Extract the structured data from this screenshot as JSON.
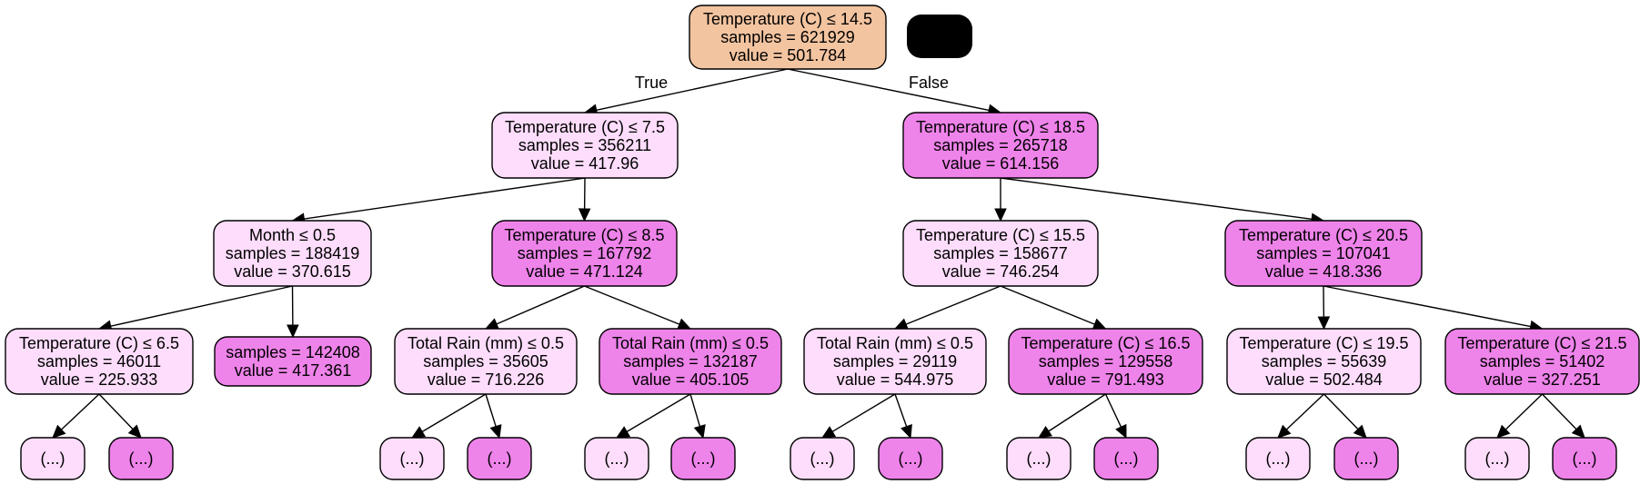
{
  "colors": {
    "root": "#f3c4a0",
    "light": "#fdddfb",
    "dark": "#ee83ea",
    "badge": "#000000"
  },
  "edge_labels": {
    "left": "True",
    "right": "False"
  },
  "nodes": {
    "n0": {
      "shade": "root",
      "lines": [
        "Temperature (C) ≤ 14.5",
        "samples = 621929",
        "value = 501.784"
      ]
    },
    "n1": {
      "shade": "light",
      "lines": [
        "Temperature (C) ≤ 7.5",
        "samples = 356211",
        "value = 417.96"
      ]
    },
    "n2": {
      "shade": "dark",
      "lines": [
        "Temperature (C) ≤ 18.5",
        "samples = 265718",
        "value = 614.156"
      ]
    },
    "n3": {
      "shade": "light",
      "lines": [
        "Month ≤ 0.5",
        "samples = 188419",
        "value = 370.615"
      ]
    },
    "n4": {
      "shade": "dark",
      "lines": [
        "Temperature (C) ≤ 8.5",
        "samples = 167792",
        "value = 471.124"
      ]
    },
    "n5": {
      "shade": "light",
      "lines": [
        "Temperature (C) ≤ 15.5",
        "samples = 158677",
        "value = 746.254"
      ]
    },
    "n6": {
      "shade": "dark",
      "lines": [
        "Temperature (C) ≤ 20.5",
        "samples = 107041",
        "value = 418.336"
      ]
    },
    "n7": {
      "shade": "light",
      "lines": [
        "Temperature (C) ≤ 6.5",
        "samples = 46011",
        "value = 225.933"
      ]
    },
    "n8": {
      "shade": "dark",
      "lines": [
        "samples = 142408",
        "value = 417.361"
      ]
    },
    "n9": {
      "shade": "light",
      "lines": [
        "Total Rain (mm) ≤ 0.5",
        "samples = 35605",
        "value = 716.226"
      ]
    },
    "n10": {
      "shade": "dark",
      "lines": [
        "Total Rain (mm) ≤ 0.5",
        "samples = 132187",
        "value = 405.105"
      ]
    },
    "n11": {
      "shade": "light",
      "lines": [
        "Total Rain (mm) ≤ 0.5",
        "samples = 29119",
        "value = 544.975"
      ]
    },
    "n12": {
      "shade": "dark",
      "lines": [
        "Temperature (C) ≤ 16.5",
        "samples = 129558",
        "value = 791.493"
      ]
    },
    "n13": {
      "shade": "light",
      "lines": [
        "Temperature (C) ≤ 19.5",
        "samples = 55639",
        "value = 502.484"
      ]
    },
    "n14": {
      "shade": "dark",
      "lines": [
        "Temperature (C) ≤ 21.5",
        "samples = 51402",
        "value = 327.251"
      ]
    },
    "t0": {
      "shade": "light",
      "lines": [
        "(...)"
      ]
    },
    "t1": {
      "shade": "dark",
      "lines": [
        "(...)"
      ]
    },
    "t2": {
      "shade": "light",
      "lines": [
        "(...)"
      ]
    },
    "t3": {
      "shade": "dark",
      "lines": [
        "(...)"
      ]
    },
    "t4": {
      "shade": "light",
      "lines": [
        "(...)"
      ]
    },
    "t5": {
      "shade": "dark",
      "lines": [
        "(...)"
      ]
    },
    "t6": {
      "shade": "light",
      "lines": [
        "(...)"
      ]
    },
    "t7": {
      "shade": "dark",
      "lines": [
        "(...)"
      ]
    },
    "t8": {
      "shade": "light",
      "lines": [
        "(...)"
      ]
    },
    "t9": {
      "shade": "dark",
      "lines": [
        "(...)"
      ]
    },
    "t10": {
      "shade": "light",
      "lines": [
        "(...)"
      ]
    },
    "t11": {
      "shade": "dark",
      "lines": [
        "(...)"
      ]
    },
    "t12": {
      "shade": "light",
      "lines": [
        "(...)"
      ]
    },
    "t13": {
      "shade": "dark",
      "lines": [
        "(...)"
      ]
    }
  },
  "edges": [
    [
      "n0",
      "n1"
    ],
    [
      "n0",
      "n2"
    ],
    [
      "n1",
      "n3"
    ],
    [
      "n1",
      "n4"
    ],
    [
      "n2",
      "n5"
    ],
    [
      "n2",
      "n6"
    ],
    [
      "n3",
      "n7"
    ],
    [
      "n3",
      "n8"
    ],
    [
      "n4",
      "n9"
    ],
    [
      "n4",
      "n10"
    ],
    [
      "n5",
      "n11"
    ],
    [
      "n5",
      "n12"
    ],
    [
      "n6",
      "n13"
    ],
    [
      "n6",
      "n14"
    ],
    [
      "n7",
      "t0"
    ],
    [
      "n7",
      "t1"
    ],
    [
      "n9",
      "t2"
    ],
    [
      "n9",
      "t3"
    ],
    [
      "n10",
      "t4"
    ],
    [
      "n10",
      "t5"
    ],
    [
      "n11",
      "t6"
    ],
    [
      "n11",
      "t7"
    ],
    [
      "n12",
      "t8"
    ],
    [
      "n12",
      "t9"
    ],
    [
      "n13",
      "t10"
    ],
    [
      "n13",
      "t11"
    ],
    [
      "n14",
      "t12"
    ],
    [
      "n14",
      "t13"
    ]
  ]
}
